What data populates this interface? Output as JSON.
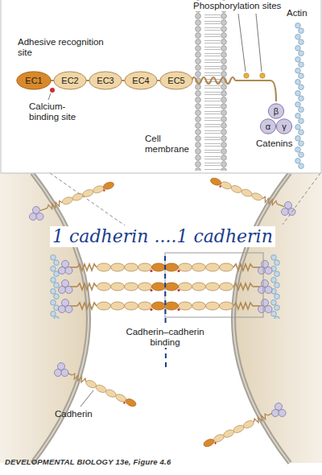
{
  "diagram": {
    "caption": "DEVELOPMENTAL BIOLOGY 13e, Figure 4.6",
    "nodes": [
      {
        "text": [
          "EC1"
        ]
      },
      {
        "text": [
          "EC2"
        ]
      },
      {
        "text": [
          "EC3"
        ]
      },
      {
        "text": [
          "EC4"
        ]
      },
      {
        "text": [
          "EC5"
        ]
      },
      {
        "text": [
          "β"
        ]
      },
      {
        "text": [
          "α"
        ]
      },
      {
        "text": [
          "γ"
        ]
      }
    ],
    "edges": [
      {
        "from": 0,
        "to": 1,
        "arrow": "none"
      },
      {
        "from": 1,
        "to": 2,
        "arrow": "none"
      },
      {
        "from": 2,
        "to": 3,
        "arrow": "none"
      },
      {
        "from": 3,
        "to": 4,
        "arrow": "none"
      }
    ],
    "labels": [
      "Phosphorylation sites",
      "Actin",
      "Adhesive recognition site",
      "Calcium-binding site",
      "Cell membrane",
      "Catenins",
      "1 cadherin ....1 cadherin",
      "Cadherin–cadherin binding",
      "Cadherin"
    ]
  }
}
